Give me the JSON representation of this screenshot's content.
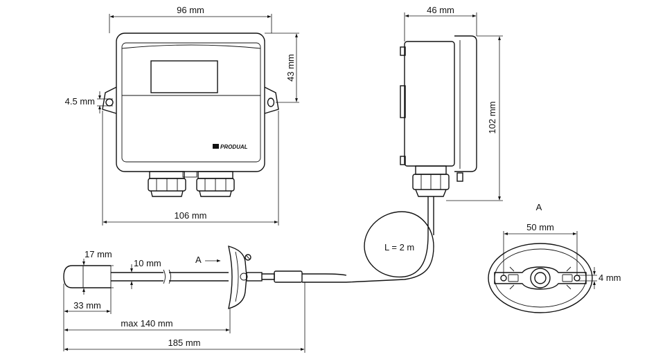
{
  "front_view": {
    "width_top": "96 mm",
    "height_partial": "43 mm",
    "hole_diameter": "4.5 mm",
    "width_bottom": "106 mm",
    "brand": "PRODUAL"
  },
  "side_view": {
    "depth": "46 mm",
    "height": "102 mm"
  },
  "probe": {
    "sensor_diameter": "17 mm",
    "tube_diameter": "10 mm",
    "view_arrow": "A",
    "sensor_length": "33 mm",
    "max_length": "max 140 mm",
    "total_length": "185 mm",
    "cable_length": "L = 2 m"
  },
  "flange_view": {
    "title": "A",
    "hole_spacing": "50 mm",
    "slot_width": "4 mm"
  }
}
